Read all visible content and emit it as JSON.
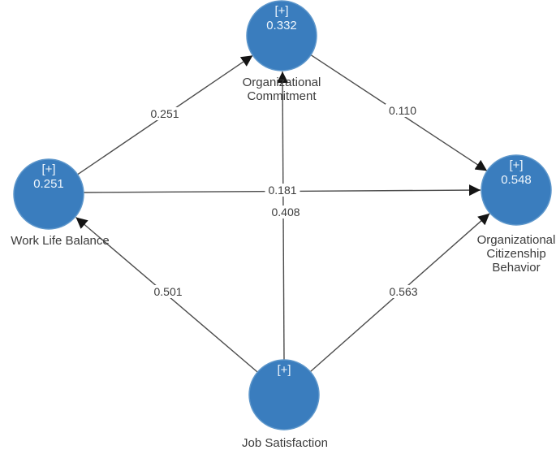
{
  "colors": {
    "node_fill": "#3A7DBE",
    "node_stroke": "#5E97CB",
    "node_text": "#EFF6FC",
    "line": "#4C4C4C",
    "arrow": "#141414",
    "label_text": "#3B3B3B"
  },
  "nodes": {
    "organizational_commitment": {
      "badge": "[+]",
      "value": "0.332",
      "label_lines": [
        "Organizational",
        "Commitment"
      ]
    },
    "work_life_balance": {
      "badge": "[+]",
      "value": "0.251",
      "label_lines": [
        "Work Life  Balance"
      ]
    },
    "organizational_citizenship_behavior": {
      "badge": "[+]",
      "value": "0.548",
      "label_lines": [
        "Organizational",
        "Citizenship",
        "Behavior"
      ]
    },
    "job_satisfaction": {
      "badge": "[+]",
      "label_lines": [
        "Job Satisfaction"
      ]
    }
  },
  "edges": {
    "wlb_to_oc": {
      "from": "Work Life Balance",
      "to": "Organizational Commitment",
      "coefficient": "0.251"
    },
    "oc_to_ocb": {
      "from": "Organizational Commitment",
      "to": "Organizational Citizenship Behavior",
      "coefficient": "0.110"
    },
    "wlb_to_ocb": {
      "from": "Work Life Balance",
      "to": "Organizational Citizenship Behavior",
      "coefficient": "0.181"
    },
    "js_to_oc": {
      "from": "Job Satisfaction",
      "to": "Organizational Commitment",
      "coefficient": "0.408"
    },
    "js_to_wlb": {
      "from": "Job Satisfaction",
      "to": "Work Life Balance",
      "coefficient": "0.501"
    },
    "js_to_ocb": {
      "from": "Job Satisfaction",
      "to": "Organizational Citizenship Behavior",
      "coefficient": "0.563"
    }
  }
}
